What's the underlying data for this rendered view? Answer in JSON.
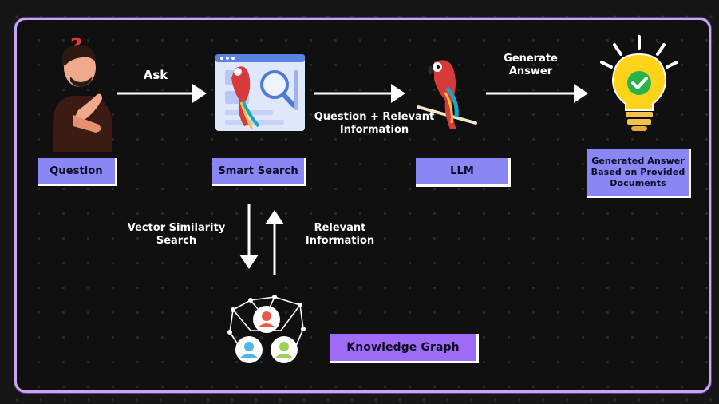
{
  "nodes": {
    "question": "Question",
    "smart_search": "Smart Search",
    "llm": "LLM",
    "answer": "Generated Answer Based on Provided Documents",
    "knowledge_graph": "Knowledge Graph"
  },
  "edges": {
    "ask": "Ask",
    "question_relevant": "Question + Relevant\nInformation",
    "generate_answer": "Generate\nAnswer",
    "vector_search": "Vector Similarity\nSearch",
    "relevant_info": "Relevant\nInformation"
  },
  "icons": {
    "person": "thinking-person-icon",
    "search": "search-window-icon",
    "llm": "parrot-icon",
    "answer": "lightbulb-check-icon",
    "graph": "network-people-icon"
  },
  "colors": {
    "box": "#8a86f4",
    "knowledge_graph_box": "#a06bf6",
    "frame_border": "#c9a6f2",
    "background": "#161616"
  }
}
